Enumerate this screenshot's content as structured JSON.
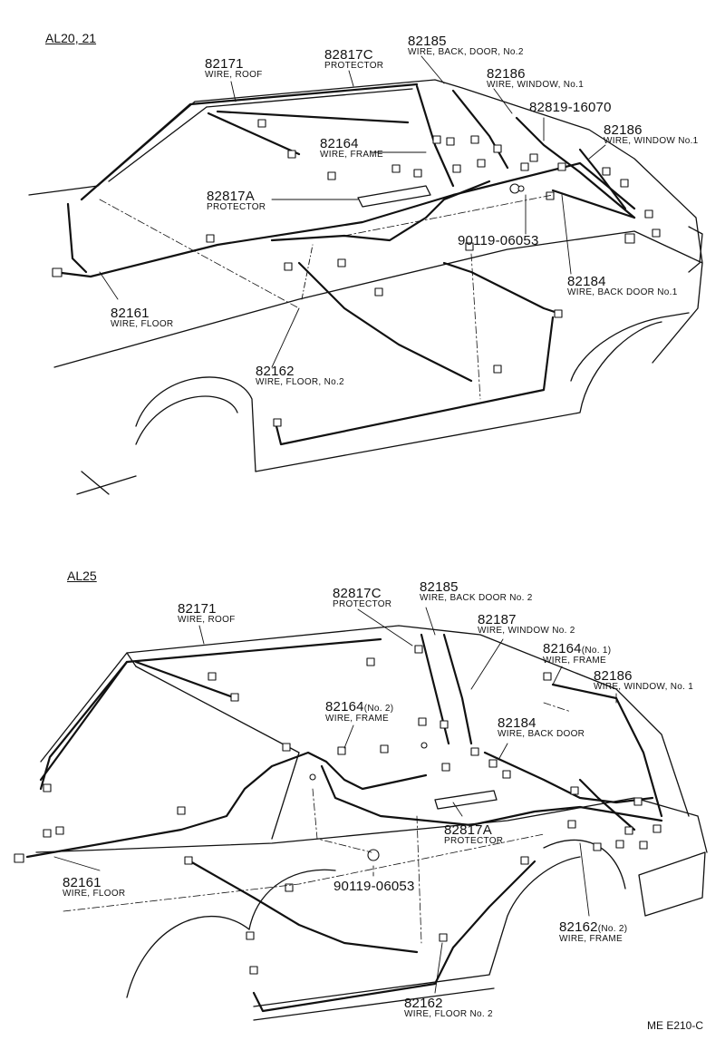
{
  "sections": [
    {
      "id": "upper",
      "title": "AL20, 21"
    },
    {
      "id": "lower",
      "title": "AL25"
    }
  ],
  "upper_callouts": [
    {
      "part": "82171",
      "desc": "WIRE, ROOF"
    },
    {
      "part": "82817C",
      "desc": "PROTECTOR"
    },
    {
      "part": "82185",
      "desc": "WIRE, BACK, DOOR, No.2"
    },
    {
      "part": "82186",
      "desc": "WIRE, WINDOW, No.1"
    },
    {
      "part": "82819-16070",
      "desc": ""
    },
    {
      "part": "82186",
      "desc": "WIRE, WINDOW No.1"
    },
    {
      "part": "82164",
      "desc": "WIRE, FRAME"
    },
    {
      "part": "82817A",
      "desc": "PROTECTOR"
    },
    {
      "part": "90119-06053",
      "desc": ""
    },
    {
      "part": "82184",
      "desc": "WIRE, BACK DOOR No.1"
    },
    {
      "part": "82161",
      "desc": "WIRE, FLOOR"
    },
    {
      "part": "82162",
      "desc": "WIRE, FLOOR, No.2"
    }
  ],
  "lower_callouts": [
    {
      "part": "82171",
      "desc": "WIRE, ROOF"
    },
    {
      "part": "82817C",
      "desc": "PROTECTOR"
    },
    {
      "part": "82185",
      "desc": "WIRE, BACK DOOR No. 2"
    },
    {
      "part": "82187",
      "desc": "WIRE, WINDOW No. 2"
    },
    {
      "part": "82164",
      "suffix": "(No. 1)",
      "desc": "WIRE, FRAME"
    },
    {
      "part": "82186",
      "desc": "WIRE, WINDOW, No. 1"
    },
    {
      "part": "82164",
      "suffix": "(No. 2)",
      "desc": "WIRE, FRAME"
    },
    {
      "part": "82184",
      "desc": "WIRE, BACK DOOR"
    },
    {
      "part": "82817A",
      "desc": "PROTECTOR"
    },
    {
      "part": "82161",
      "desc": "WIRE, FLOOR"
    },
    {
      "part": "90119-06053",
      "desc": ""
    },
    {
      "part": "82162",
      "suffix": "(No. 2)",
      "desc": "WIRE, FRAME"
    },
    {
      "part": "82162",
      "desc": "WIRE, FLOOR No. 2"
    }
  ],
  "figure_ref": "ME E210-C"
}
